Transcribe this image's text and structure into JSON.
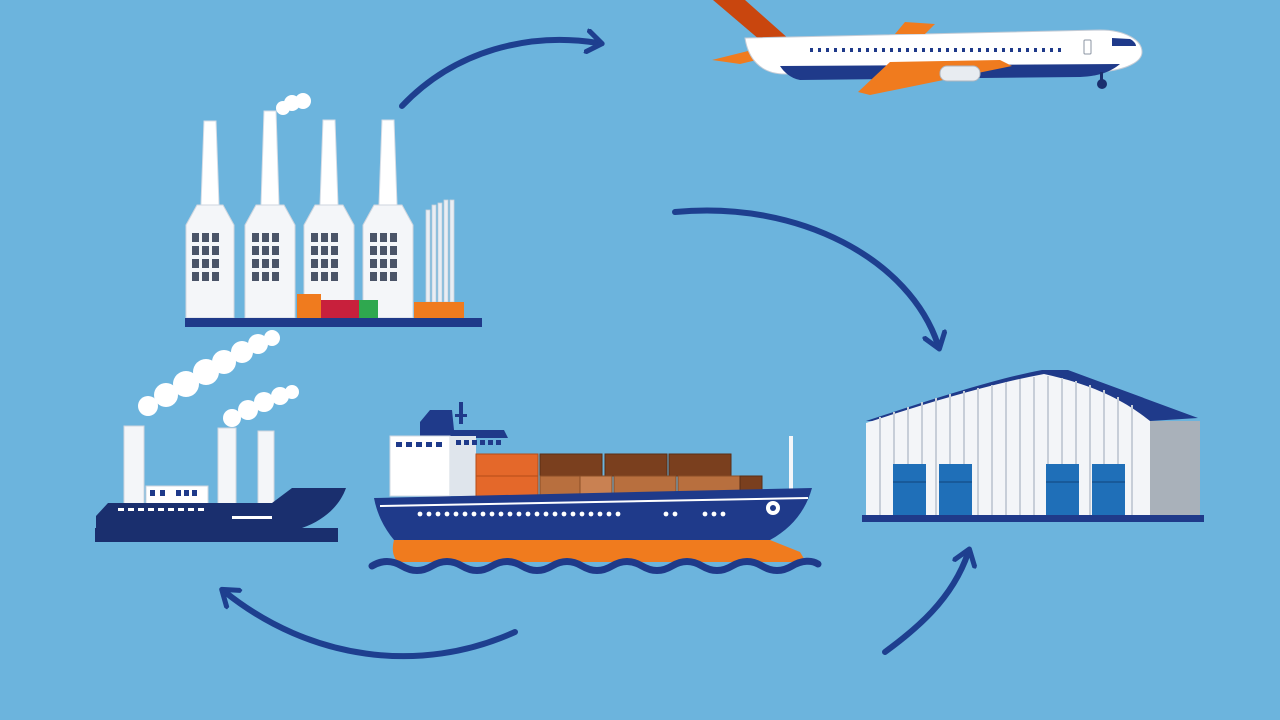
{
  "palette": {
    "background": "#6cb4dd",
    "navy": "#1f3a8a",
    "deep_navy": "#1a2f6e",
    "arrow": "#1e3f8f",
    "white": "#ffffff",
    "light_gray": "#e3e8ef",
    "steel_gray": "#a9b1ba",
    "orange": "#f07b1e",
    "container_orange": "#e4682a",
    "brown": "#7a3f1e",
    "tan": "#b86f3e",
    "crimson": "#c8203c",
    "green": "#2fa84f",
    "warehouse_door": "#1f6fb8"
  },
  "nodes": [
    {
      "id": "factory",
      "icon": "factory-icon"
    },
    {
      "id": "airplane",
      "icon": "airplane-icon"
    },
    {
      "id": "warehouse",
      "icon": "warehouse-icon"
    },
    {
      "id": "cargo-ship",
      "icon": "cargo-ship-icon"
    },
    {
      "id": "cruise-ship",
      "icon": "cruise-ship-icon"
    }
  ],
  "flows": [
    {
      "from": "factory",
      "to": "airplane",
      "icon": "arrow-icon"
    },
    {
      "from": "airplane",
      "to": "warehouse",
      "icon": "arrow-icon"
    },
    {
      "from": "cargo-ship",
      "to": "warehouse",
      "icon": "arrow-icon"
    },
    {
      "from": "cargo-ship",
      "to": "cruise-ship",
      "icon": "arrow-icon"
    }
  ]
}
